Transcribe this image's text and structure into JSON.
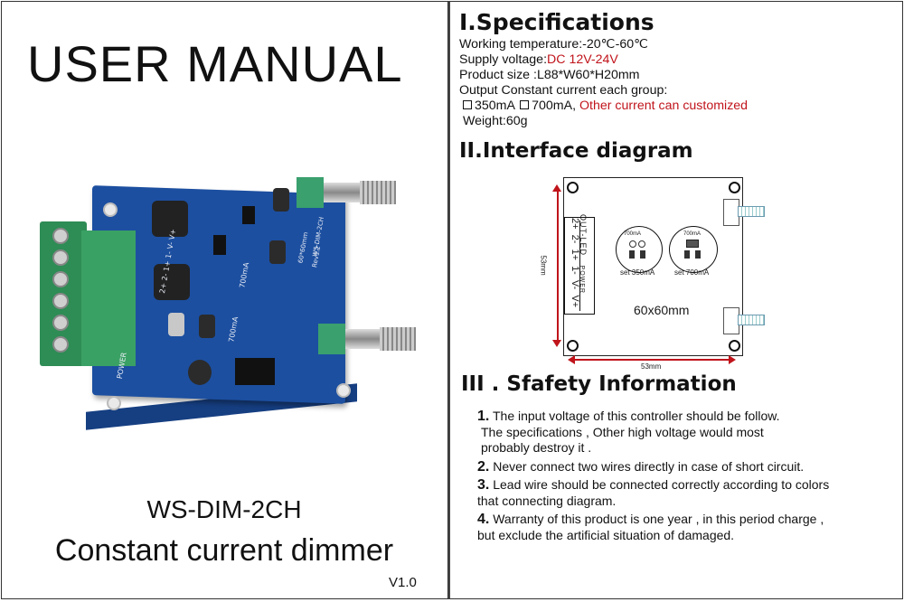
{
  "left": {
    "title": "USER MANUAL",
    "model": "WS-DIM-2CH",
    "product_name": "Constant current dimmer",
    "version": "V1.0",
    "pcb_silk": {
      "model_line": "WS-DIM-2CH",
      "size_line": "60*60mm",
      "rev": "Rev1.2",
      "current": "700mA",
      "current2": "700mA",
      "power": "POWER",
      "pins": [
        "2+",
        "2-",
        "1+",
        "1-",
        "V-",
        "V+"
      ]
    }
  },
  "right": {
    "specs": {
      "heading": "I.Specifications",
      "temp": "Working temperature:-20℃-60℃",
      "supply_label": "Supply voltage:",
      "supply_value": "DC 12V-24V",
      "size": "Product size :L88*W60*H20mm",
      "output": "Output Constant current  each group:",
      "opt1": "350mA",
      "opt2": "700mA,",
      "custom": "Other current can customized",
      "weight": "Weight:60g"
    },
    "interface": {
      "heading": "II.Interface diagram",
      "out_led": "OUT-LED",
      "power": "POWER",
      "pins": [
        "2+",
        "2-",
        "1+",
        "1-",
        "V-",
        "V+"
      ],
      "pad1_top": "700mA",
      "pad2_top": "700mA",
      "pad1_label": "set 350mA",
      "pad2_label": "set 700mA",
      "board_size": "60x60mm",
      "dim_vertical": "53mm",
      "dim_horizontal": "53mm"
    },
    "safety": {
      "heading": "III . Sfafety Information",
      "items": [
        {
          "num": "1.",
          "text": "The input voltage of this controller should be follow.",
          "cont": [
            "The specifications , Other high voltage would most",
            "probably destroy it ."
          ]
        },
        {
          "num": "2.",
          "text": "Never connect two wires directly in case of short circuit.",
          "cont": []
        },
        {
          "num": "3.",
          "text": "Lead wire should be connected correctly according to colors",
          "cont": [
            "that connecting diagram."
          ]
        },
        {
          "num": "4.",
          "text": "Warranty of this product is one year , in this period charge ,",
          "cont": [
            "but exclude the artificial situation of damaged."
          ]
        }
      ]
    }
  }
}
